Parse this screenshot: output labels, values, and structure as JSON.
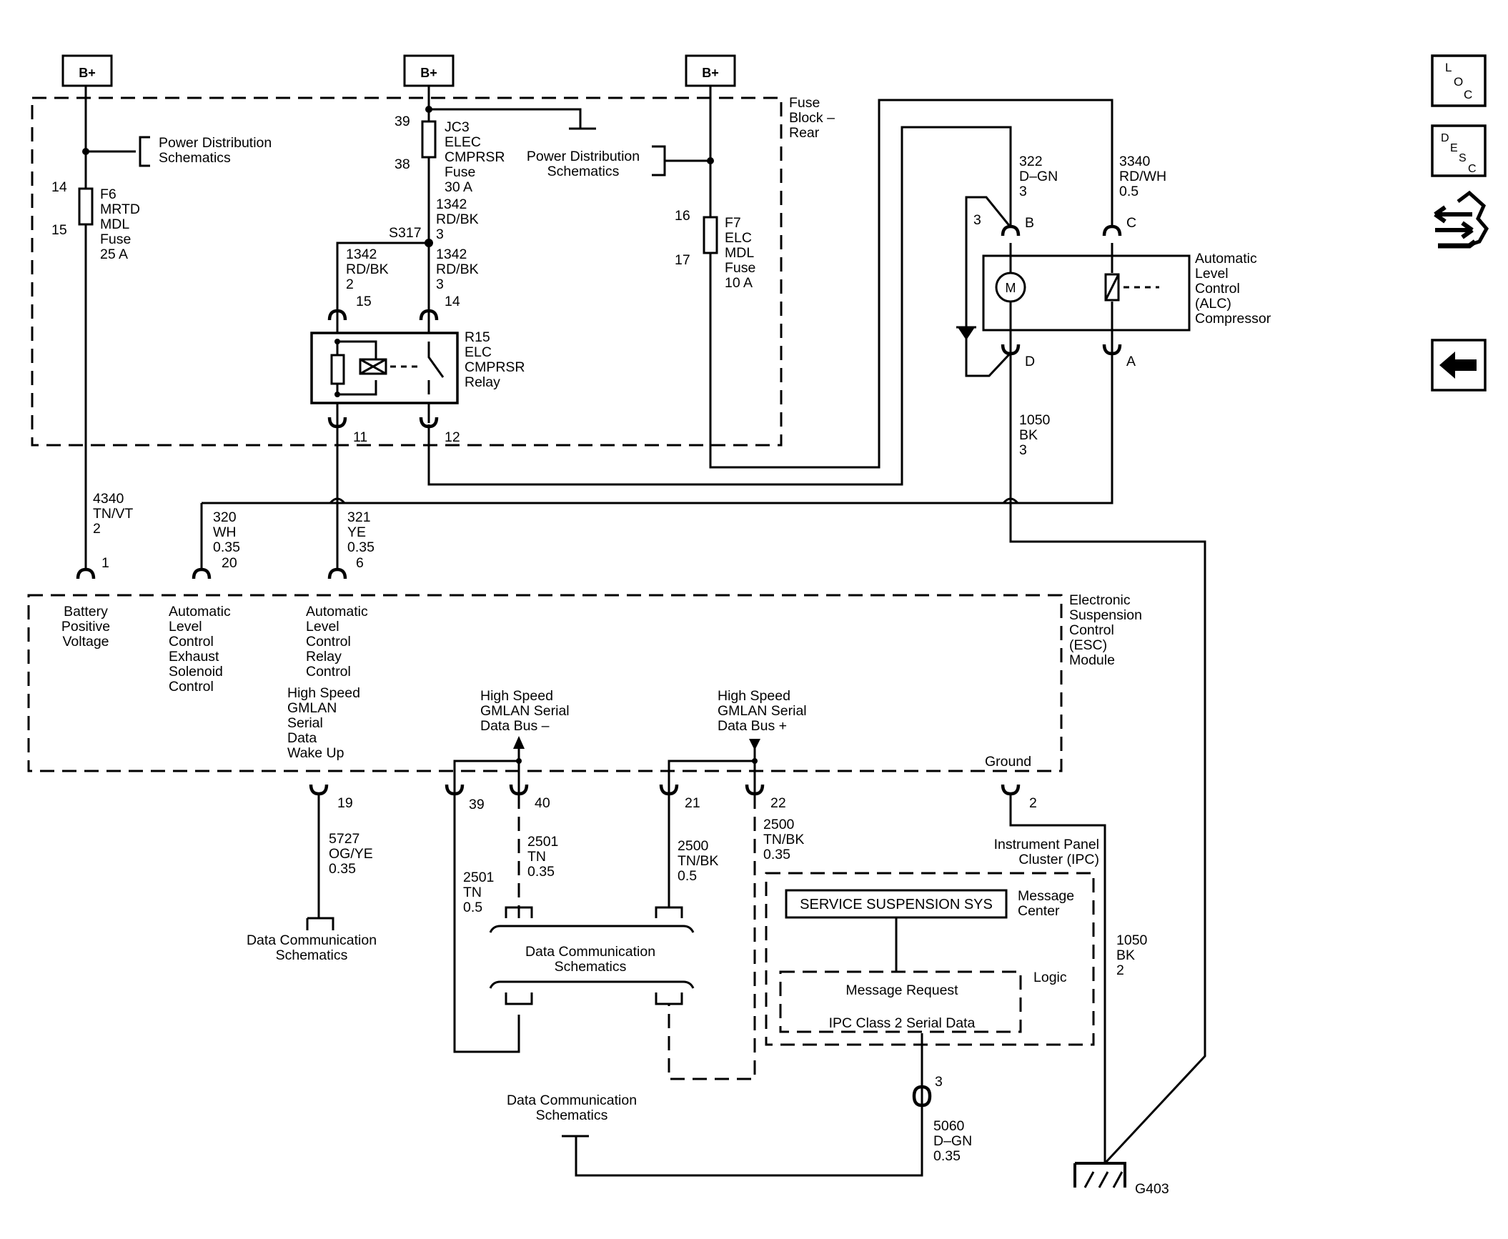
{
  "power": {
    "bplus": "B+"
  },
  "fuse_block": "Fuse\nBlock –\nRear",
  "power_dist": "Power Distribution\nSchematics",
  "f6": {
    "label": "F6\nMRTD\nMDL\nFuse\n25 A",
    "pin_top": "14",
    "pin_bottom": "15"
  },
  "jc3": {
    "label": "JC3\nELEC\nCMPRSR\nFuse\n30 A",
    "pin_top": "39",
    "pin_bottom": "38"
  },
  "f7": {
    "label": "F7\nELC\nMDL\nFuse\n10 A",
    "pin_top": "16",
    "pin_bottom": "17"
  },
  "splice": "S317",
  "wire_1342_a": "1342\nRD/BK\n3",
  "wire_1342_b": "1342\nRD/BK\n3",
  "wire_1342_c": "1342\nRD/BK\n2",
  "relay": {
    "label": "R15\nELC\nCMPRSR\nRelay",
    "pins": [
      "15",
      "14",
      "11",
      "12"
    ]
  },
  "compressor": {
    "label": "Automatic\nLevel\nControl\n(ALC)\nCompressor",
    "pins": [
      "B",
      "C",
      "D",
      "A",
      "3"
    ],
    "motor": "M",
    "wire_322": "322\nD–GN\n3",
    "wire_3340": "3340\nRD/WH\n0.5",
    "wire_1050": "1050\nBK\n3"
  },
  "wires": {
    "w4340": "4340\nTN/VT\n2",
    "w320": "320\nWH\n0.35",
    "w321": "321\nYE\n0.35",
    "w5727": "5727\nOG/YE\n0.35",
    "w2501a": "2501\nTN\n0.35",
    "w2501b": "2501\nTN\n0.5",
    "w2500a": "2500\nTN/BK\n0.5",
    "w2500b": "2500\nTN/BK\n0.35",
    "w1050b": "1050\nBK\n2",
    "w5060": "5060\nD–GN\n0.35"
  },
  "esc": {
    "label": "Electronic\nSuspension\nControl\n(ESC)\nModule",
    "pin_nums": [
      "1",
      "20",
      "6",
      "19",
      "39",
      "40",
      "21",
      "22",
      "2"
    ],
    "pin_labels": {
      "batt": "Battery\nPositive\nVoltage",
      "exhaust": "Automatic\nLevel\nControl\nExhaust\nSolenoid\nControl",
      "relay_ctl": "Automatic\nLevel\nControl\nRelay\nControl",
      "wakeup": "High Speed\nGMLAN\nSerial\nData\nWake Up",
      "bus_minus": "High Speed\nGMLAN Serial\nData Bus –",
      "bus_plus": "High Speed\nGMLAN Serial\nData Bus +",
      "ground": "Ground"
    }
  },
  "data_comm": "Data Communication\nSchematics",
  "ipc": {
    "label": "Instrument Panel\nCluster (IPC)",
    "message_box": "SERVICE SUSPENSION SYS",
    "message_center": "Message\nCenter",
    "logic": "Logic",
    "msg_request": "Message Request",
    "class2": "IPC Class 2 Serial Data",
    "pin": "3"
  },
  "ground": "G403",
  "nav": {
    "loc": "LOC",
    "desc": "DESC"
  }
}
